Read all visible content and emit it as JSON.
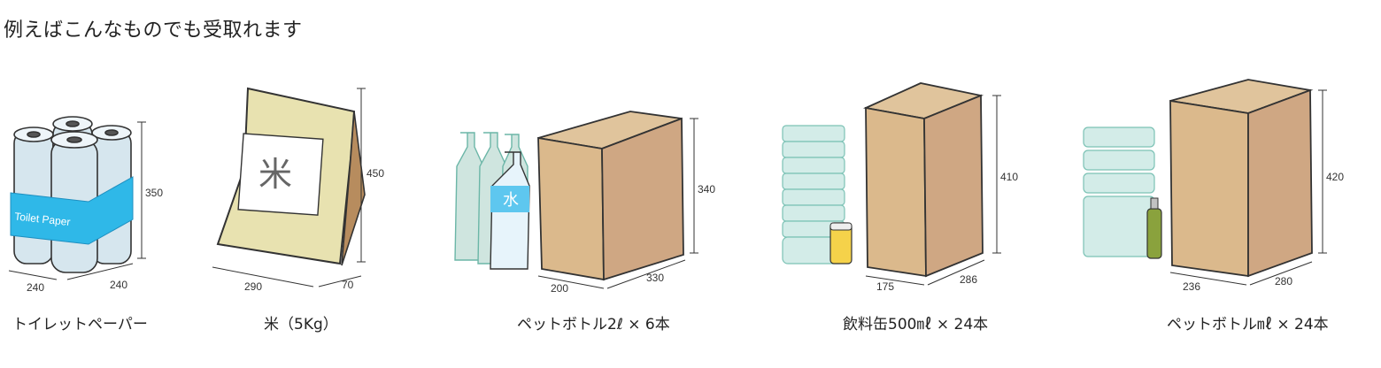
{
  "heading": "例えばこんなものでも受取れます",
  "items": [
    {
      "caption": "トイレットペーパー",
      "label_on_item": "Toilet Paper",
      "dims": {
        "width": "240",
        "depth": "240",
        "height": "350"
      }
    },
    {
      "caption": "米（5Kg）",
      "label_on_item": "米",
      "dims": {
        "width": "290",
        "depth": "70",
        "height": "450"
      }
    },
    {
      "caption": "ペットボトル2ℓ × 6本",
      "label_on_item": "水",
      "dims": {
        "width": "200",
        "depth": "330",
        "height": "340"
      }
    },
    {
      "caption": "飲料缶500㎖ × 24本",
      "dims": {
        "width": "175",
        "depth": "286",
        "height": "410"
      }
    },
    {
      "caption": "ペットボトル㎖ × 24本",
      "dims": {
        "width": "236",
        "depth": "280",
        "height": "420"
      }
    }
  ],
  "colors": {
    "box_front": "#dbb98c",
    "box_side": "#cfa783",
    "box_top": "#d7b88f",
    "toilet_band": "#2fb8e8",
    "toilet_roll": "#cfe1ea",
    "rice_bag": "#e8e2b0",
    "bottle_ghost": "#cfe5df",
    "bottle_water": "#5ec7ef",
    "can_ghost": "#d3ece8",
    "can_beer": "#f5d24a",
    "tea_bottle": "#8aa23d"
  }
}
